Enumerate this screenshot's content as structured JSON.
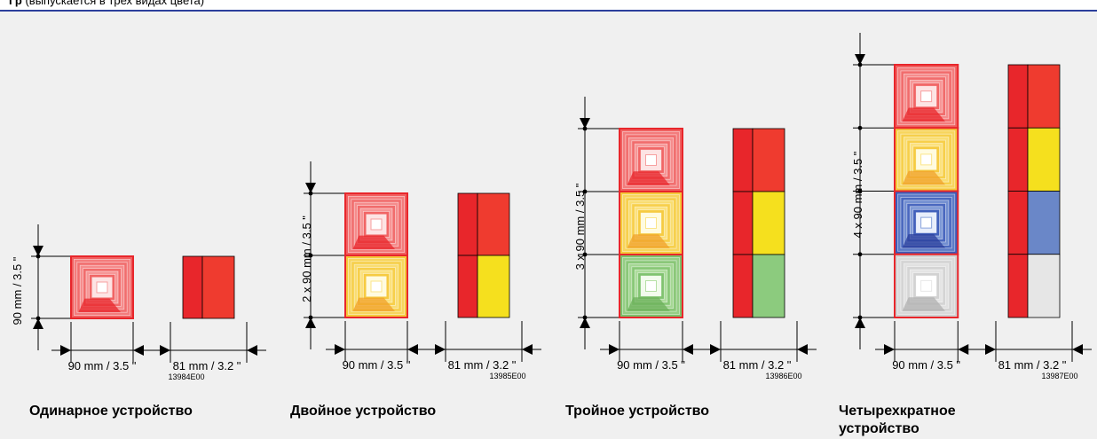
{
  "header": {
    "bold": "Гр",
    "rest": "(выпускается в трех видах цвета)"
  },
  "colors": {
    "red": "#e8262b",
    "red_light": "#ef3b2f",
    "yellow": "#f5e01e",
    "blue": "#6a87c8",
    "green": "#8ccb7e",
    "gray": "#e6e6e6",
    "accent_line": "#2b3f9c"
  },
  "groups": [
    {
      "caption": "Одинарное устройство",
      "height_label": "90 mm / 3.5 \"",
      "width_label_front": "90 mm / 3.5 \"",
      "width_label_side": "81 mm / 3.2 \"",
      "code": "13984E00",
      "lights": [
        "red"
      ]
    },
    {
      "caption": "Двойное устройство",
      "height_label": "2 x 90 mm / 3.5 \"",
      "width_label_front": "90 mm / 3.5 \"",
      "width_label_side": "81 mm / 3.2 \"",
      "code": "13985E00",
      "lights": [
        "red",
        "yellow"
      ]
    },
    {
      "caption": "Тройное устройство",
      "height_label": "3 x 90 mm / 3.5 \"",
      "width_label_front": "90 mm / 3.5 \"",
      "width_label_side": "81 mm / 3.2 \"",
      "code": "13986E00",
      "lights": [
        "red",
        "yellow",
        "green"
      ]
    },
    {
      "caption": "Четырехкратное устройство",
      "height_label": "4 x 90 mm / 3.5 \"",
      "width_label_front": "90 mm / 3.5 \"",
      "width_label_side": "81 mm / 3.2 \"",
      "code": "13987E00",
      "lights": [
        "red",
        "yellow",
        "blue",
        "white"
      ]
    }
  ]
}
